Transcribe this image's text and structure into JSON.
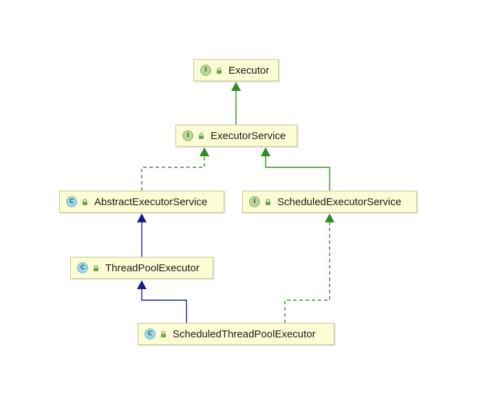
{
  "nodes": {
    "executor": {
      "label": "Executor",
      "kind_icon": "interface-icon",
      "kind_letter": "I"
    },
    "executor_service": {
      "label": "ExecutorService",
      "kind_icon": "interface-icon",
      "kind_letter": "I"
    },
    "abstract_executor_service": {
      "label": "AbstractExecutorService",
      "kind_icon": "abstract-class-icon",
      "kind_letter": "C"
    },
    "scheduled_executor_service": {
      "label": "ScheduledExecutorService",
      "kind_icon": "interface-icon",
      "kind_letter": "I"
    },
    "thread_pool_executor": {
      "label": "ThreadPoolExecutor",
      "kind_icon": "class-icon",
      "kind_letter": "C"
    },
    "scheduled_thread_pool_executor": {
      "label": "ScheduledThreadPoolExecutor",
      "kind_icon": "class-icon",
      "kind_letter": "C"
    }
  },
  "edges": [
    {
      "from": "executor_service",
      "to": "executor",
      "type": "extends-interface"
    },
    {
      "from": "abstract_executor_service",
      "to": "executor_service",
      "type": "implements"
    },
    {
      "from": "scheduled_executor_service",
      "to": "executor_service",
      "type": "extends-interface"
    },
    {
      "from": "thread_pool_executor",
      "to": "abstract_executor_service",
      "type": "extends-class"
    },
    {
      "from": "scheduled_thread_pool_executor",
      "to": "thread_pool_executor",
      "type": "extends-class"
    },
    {
      "from": "scheduled_thread_pool_executor",
      "to": "scheduled_executor_service",
      "type": "implements"
    }
  ],
  "colors": {
    "interface_inheritance": "#2e8b1f",
    "class_inheritance": "#1c1c8c",
    "node_fill": "#fdfdd5",
    "node_border": "#c9c98a"
  }
}
